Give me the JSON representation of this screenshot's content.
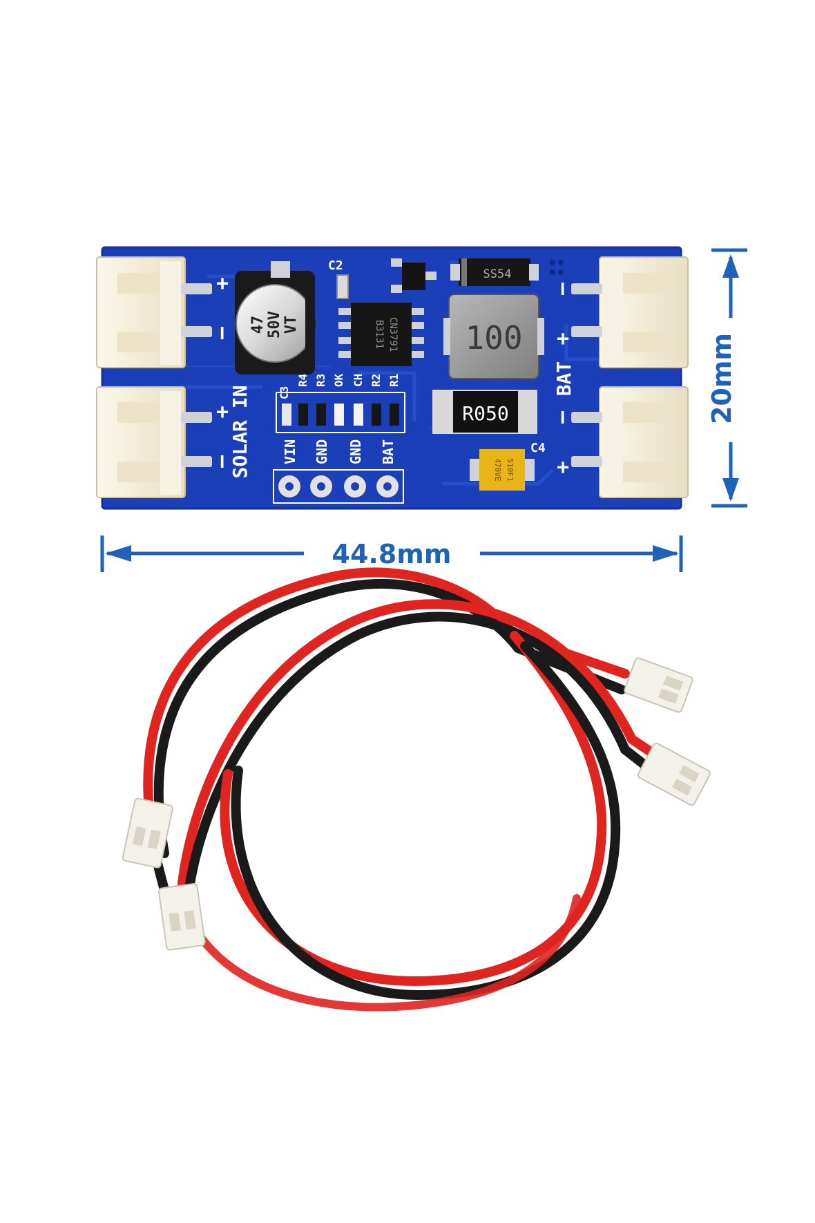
{
  "dimensions": {
    "width_label": "44.8mm",
    "height_label": "20mm"
  },
  "board": {
    "header_pins": [
      "VIN",
      "GND",
      "GND",
      "BAT"
    ],
    "solar_label": "SOLAR IN",
    "bat_label": "BAT",
    "plus_sign": "+",
    "minus_sign": "–",
    "refs": {
      "c2": "C2",
      "c3": "C3",
      "c4": "C4",
      "r4": "R4",
      "r3": "R3",
      "ok": "OK",
      "ch": "CH",
      "r2": "R2",
      "r1": "R1"
    },
    "capacitor": {
      "line1": "47",
      "line2": "50V",
      "line3": "VT"
    },
    "inductor_code": "100",
    "shunt_resistor_code": "R050",
    "diode_code": "SS54",
    "ic_line1": "CN3791",
    "ic_line2": "B3131",
    "tantalum_line1": "470VE",
    "tantalum_line2": "510F1"
  },
  "colors": {
    "pcb_blue": "#1b3fb8",
    "dimension_blue": "#1f63b8",
    "wire_red": "#e02420",
    "wire_black": "#1a1a1a",
    "connector_cream": "#f3ecd7"
  }
}
